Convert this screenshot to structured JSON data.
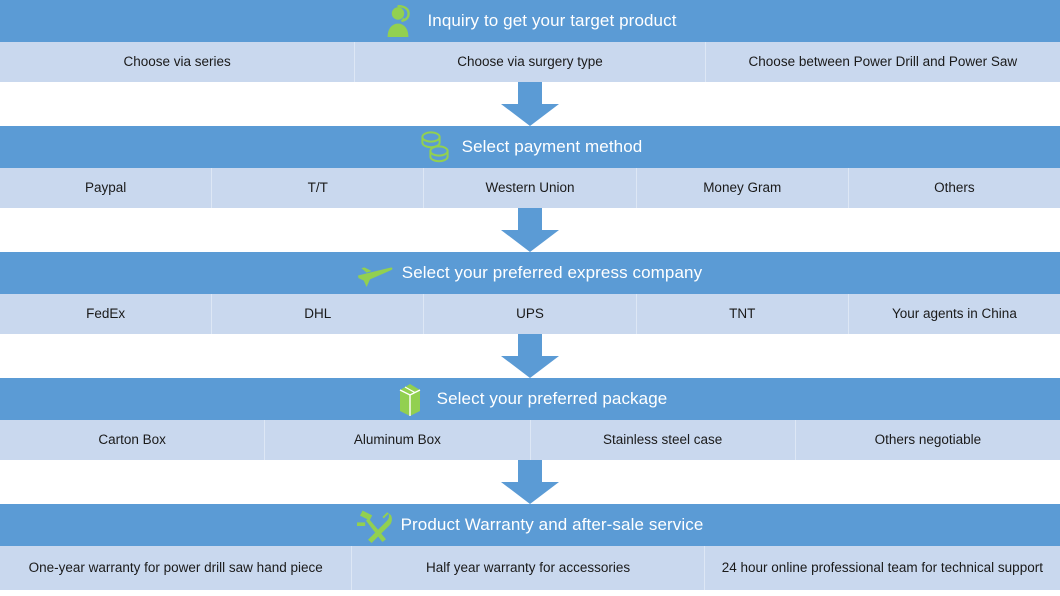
{
  "theme": {
    "bar_color": "#5B9BD5",
    "option_row_color": "#C9D8EE",
    "icon_color": "#92D050",
    "arrow_color": "#5B9BD5",
    "title_color": "#FFFFFF",
    "option_text_color": "#1A1A1A"
  },
  "sections": [
    {
      "icon": "support-person-icon",
      "title": "Inquiry to get your target product",
      "options": [
        "Choose via series",
        "Choose via surgery type",
        "Choose  between Power Drill and Power Saw"
      ]
    },
    {
      "icon": "coins-icon",
      "title": "Select payment method",
      "options": [
        "Paypal",
        "T/T",
        "Western Union",
        "Money Gram",
        "Others"
      ]
    },
    {
      "icon": "airplane-icon",
      "title": "Select your preferred express company",
      "options": [
        "FedEx",
        "DHL",
        "UPS",
        "TNT",
        "Your agents in China"
      ]
    },
    {
      "icon": "package-box-icon",
      "title": "Select your preferred package",
      "options": [
        "Carton Box",
        "Aluminum Box",
        "Stainless steel case",
        "Others negotiable"
      ]
    },
    {
      "icon": "tools-hammer-wrench-icon",
      "title": "Product Warranty and after-sale service",
      "options": [
        "One-year warranty for power drill saw hand piece",
        "Half year warranty for accessories",
        "24 hour online professional team for technical support"
      ]
    }
  ],
  "connectors": [
    "down-arrow-icon",
    "down-arrow-icon",
    "down-arrow-icon",
    "down-arrow-icon"
  ]
}
